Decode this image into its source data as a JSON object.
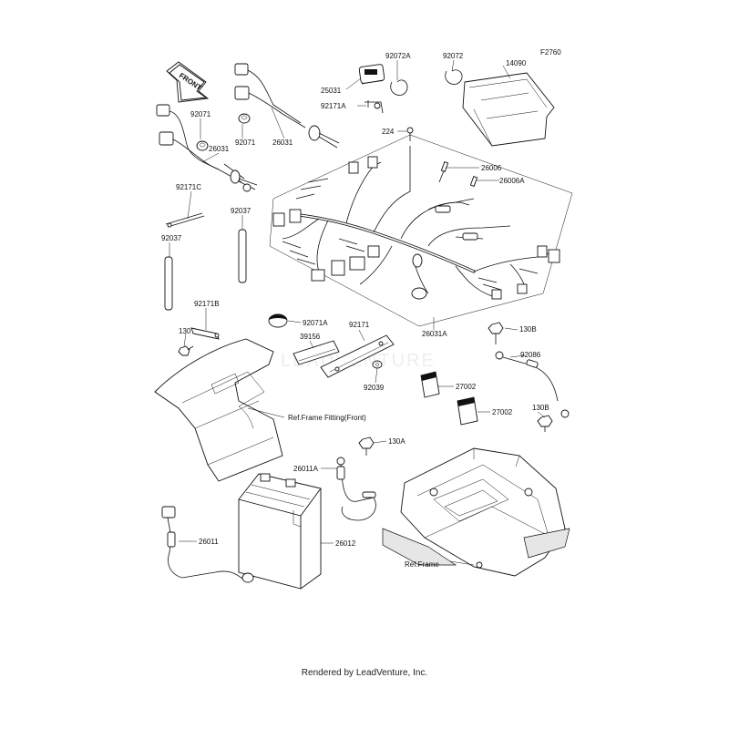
{
  "figure": {
    "code": "F2760",
    "front_label": "FRONT",
    "watermark": "LEADVENTURE"
  },
  "parts": [
    {
      "id": "p-92072a",
      "label": "92072A"
    },
    {
      "id": "p-92072",
      "label": "92072"
    },
    {
      "id": "p-14090",
      "label": "14090"
    },
    {
      "id": "p-25031",
      "label": "25031"
    },
    {
      "id": "p-92171a",
      "label": "92171A"
    },
    {
      "id": "p-224",
      "label": "224"
    },
    {
      "id": "p-26006",
      "label": "26006"
    },
    {
      "id": "p-26006a",
      "label": "26006A"
    },
    {
      "id": "p-92071-a",
      "label": "92071"
    },
    {
      "id": "p-92071-b",
      "label": "92071"
    },
    {
      "id": "p-26031-a",
      "label": "26031"
    },
    {
      "id": "p-26031-b",
      "label": "26031"
    },
    {
      "id": "p-92171c",
      "label": "92171C"
    },
    {
      "id": "p-92037-a",
      "label": "92037"
    },
    {
      "id": "p-92037-b",
      "label": "92037"
    },
    {
      "id": "p-92171b",
      "label": "92171B"
    },
    {
      "id": "p-130",
      "label": "130"
    },
    {
      "id": "p-92071a",
      "label": "92071A"
    },
    {
      "id": "p-39156",
      "label": "39156"
    },
    {
      "id": "p-92171",
      "label": "92171"
    },
    {
      "id": "p-26031a",
      "label": "26031A"
    },
    {
      "id": "p-130b-a",
      "label": "130B"
    },
    {
      "id": "p-92086",
      "label": "92086"
    },
    {
      "id": "p-92039",
      "label": "92039"
    },
    {
      "id": "p-27002-a",
      "label": "27002"
    },
    {
      "id": "p-27002-b",
      "label": "27002"
    },
    {
      "id": "p-130b-b",
      "label": "130B"
    },
    {
      "id": "p-ref-frame-fitting",
      "label": "Ref.Frame Fitting(Front)"
    },
    {
      "id": "p-130a",
      "label": "130A"
    },
    {
      "id": "p-26011a",
      "label": "26011A"
    },
    {
      "id": "p-26012",
      "label": "26012"
    },
    {
      "id": "p-26011",
      "label": "26011"
    },
    {
      "id": "p-ref-frame",
      "label": "Ref.Frame"
    }
  ],
  "footer": {
    "text": "Rendered by LeadVenture, Inc."
  }
}
